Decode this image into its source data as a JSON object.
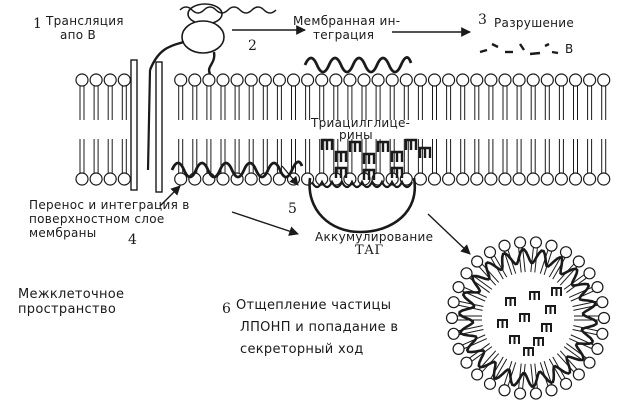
{
  "labels": {
    "n1": "1",
    "translation_1": "Трансляция",
    "translation_2": "апо В",
    "n2": "2",
    "integration_1": "Мембранная ин-",
    "integration_2": "теграция",
    "n3": "3",
    "destruction": "Разрушение",
    "b_fragment": "B",
    "tg_1": "Триацилглице-",
    "tg_2": "рины",
    "transfer_1": "Перенос и интеграция в",
    "transfer_2": "поверхностном  слое",
    "transfer_3": "мембраны",
    "n4": "4",
    "n5": "5",
    "accumulation": "Аккумулирование",
    "tag": "ТАГ",
    "intercellular_1": "Межклеточное",
    "intercellular_2": "пространство",
    "n6": "6",
    "secretion_1": "Отщепление частицы",
    "secretion_2": "ЛПОНП и попадание в",
    "secretion_3": "секреторный ход"
  },
  "colors": {
    "ink": "#1a1a1a",
    "paper": "#ffffff"
  }
}
